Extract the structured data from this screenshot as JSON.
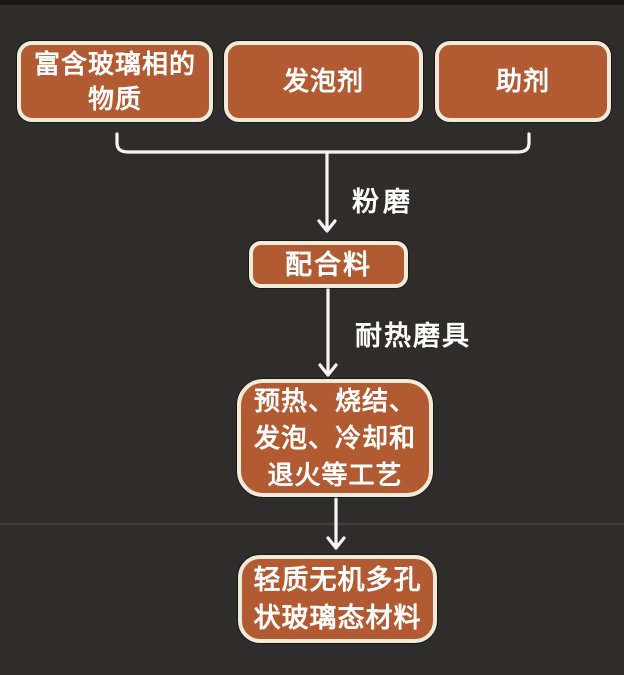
{
  "page": {
    "background": "#2e2d2b",
    "top_strip": "#191817",
    "seam": "#454340"
  },
  "style": {
    "node_fill": "#b25b33",
    "node_border": "#f2ebd9",
    "node_text": "#ffffff",
    "connector": "#f7f5f0"
  },
  "nodes": {
    "input_glass": {
      "lines": [
        "富含玻璃相的",
        "物质"
      ]
    },
    "input_foaming": {
      "lines": [
        "发泡剂"
      ]
    },
    "input_additive": {
      "lines": [
        "助剂"
      ]
    },
    "batch": {
      "lines": [
        "配合料"
      ]
    },
    "process": {
      "lines": [
        "预热、烧结、",
        "发泡、冷却和",
        "退火等工艺"
      ]
    },
    "product": {
      "lines": [
        "轻质无机多孔",
        "状玻璃态材料"
      ]
    }
  },
  "edge_labels": {
    "grinding": "粉磨",
    "mold": "耐热磨具"
  }
}
